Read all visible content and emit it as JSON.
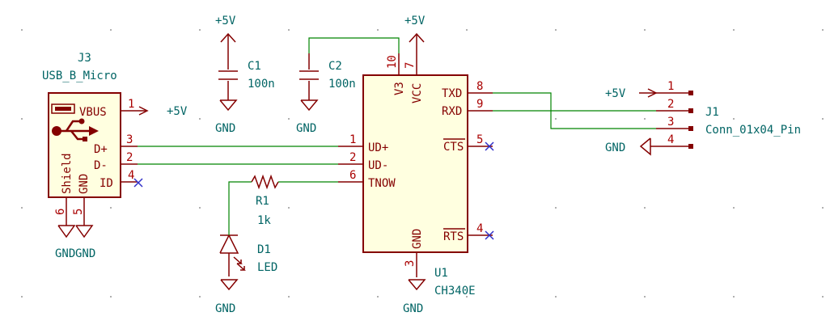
{
  "colors": {
    "background": "#ffffff",
    "component_body": "#ffffe0",
    "component_outline": "#840000",
    "reference_text": "#006464",
    "pin_text": "#840000",
    "wire": "#008400",
    "no_connect": "#3030c8"
  },
  "j3": {
    "ref": "J3",
    "value": "USB_B_Micro",
    "pins": {
      "vbus": "VBUS",
      "dplus": "D+",
      "dminus": "D-",
      "id": "ID",
      "shield": "Shield",
      "gnd": "GND"
    },
    "pin_numbers": {
      "vbus": "1",
      "dplus": "3",
      "dminus": "2",
      "id": "4",
      "shield": "6",
      "gnd": "5"
    },
    "gnd_labels": [
      "GND",
      "GND"
    ]
  },
  "c1": {
    "ref": "C1",
    "value": "100n",
    "power_label": "+5V",
    "gnd_label": "GND"
  },
  "c2": {
    "ref": "C2",
    "value": "100n",
    "gnd_label": "GND"
  },
  "r1": {
    "ref": "R1",
    "value": "1k"
  },
  "d1": {
    "ref": "D1",
    "value": "LED",
    "gnd_label": "GND"
  },
  "u1": {
    "ref": "U1",
    "value": "CH340E",
    "pins": {
      "udp": "UD+",
      "udm": "UD-",
      "tnow": "TNOW",
      "v3": "V3",
      "vcc": "VCC",
      "txd": "TXD",
      "rxd": "RXD",
      "cts": "CTS",
      "rts": "RTS",
      "gnd": "GND"
    },
    "pin_numbers": {
      "udp": "1",
      "udm": "2",
      "tnow": "6",
      "v3": "10",
      "vcc": "7",
      "txd": "8",
      "rxd": "9",
      "cts": "5",
      "rts": "4",
      "gnd": "3"
    },
    "power_label": "+5V",
    "gnd_label": "GND"
  },
  "j1": {
    "ref": "J1",
    "value": "Conn_01x04_Pin",
    "pin_numbers": [
      "1",
      "2",
      "3",
      "4"
    ],
    "power_label": "+5V",
    "gnd_label": "GND"
  },
  "vbus_net_label": "+5V"
}
